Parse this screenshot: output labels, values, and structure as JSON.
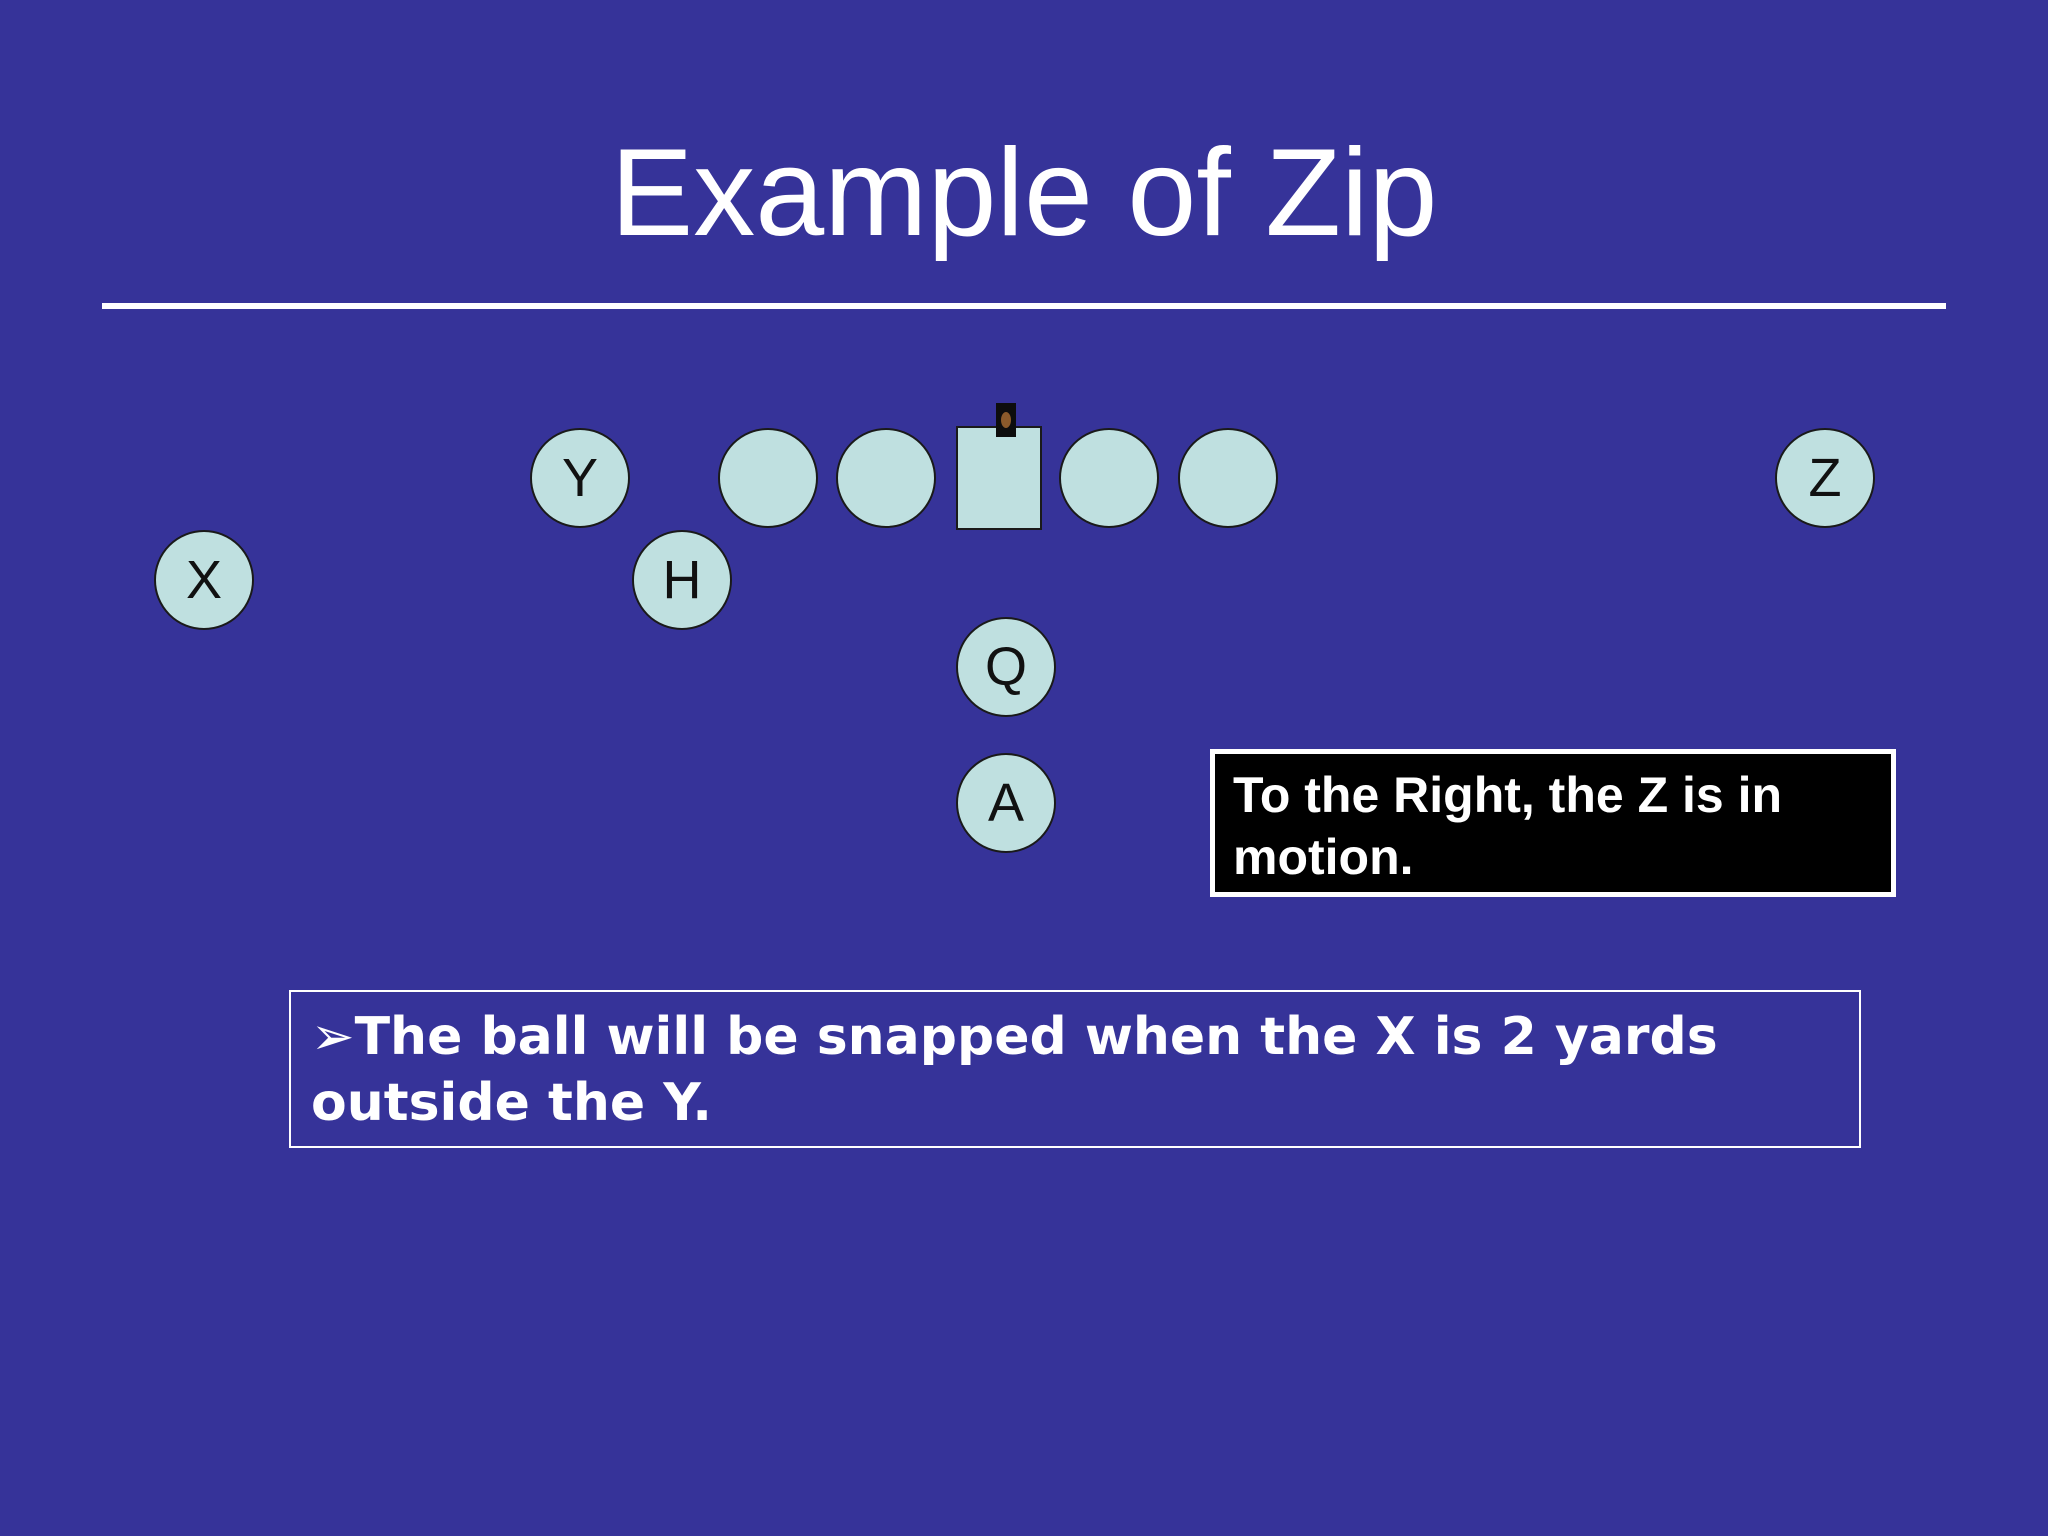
{
  "slide": {
    "title": "Example of Zip",
    "callout": "To the Right, the Z is in motion.",
    "note": {
      "bullet_glyph": "➢",
      "text": "The ball will be snapped when the X is 2 yards outside the Y."
    }
  },
  "players": {
    "x": "X",
    "y": "Y",
    "h": "H",
    "z": "Z",
    "q": "Q",
    "a": "A"
  },
  "colors": {
    "background": "#363399",
    "player_fill": "#bfe0e0",
    "text": "#ffffff",
    "callout_background": "#000000"
  }
}
